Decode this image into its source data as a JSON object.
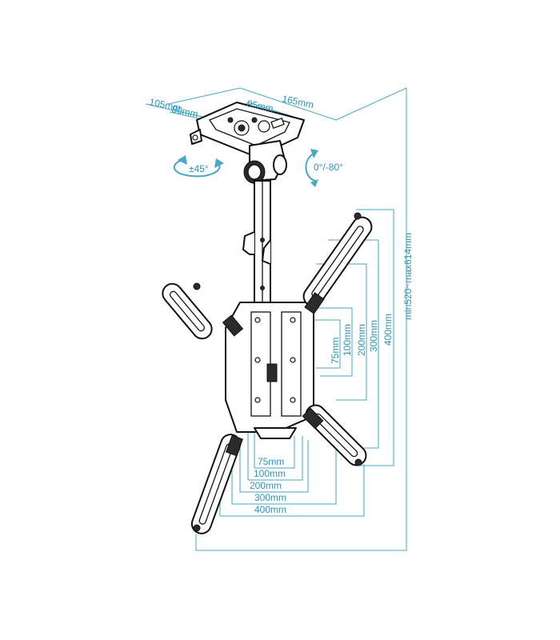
{
  "dimensions": {
    "top_width": "165mm",
    "top_depth": "105mm",
    "top_inner": "80mm",
    "top_hole": "95mm",
    "height_range": "min520~max614mm",
    "vertical": [
      "75mm",
      "100mm",
      "200mm",
      "300mm",
      "400mm"
    ],
    "horizontal": [
      "75mm",
      "100mm",
      "200mm",
      "300mm",
      "400mm"
    ]
  },
  "rotation": {
    "swivel": "±45°",
    "tilt": "0°/-80°"
  },
  "colors": {
    "dimension": "#46a6c8",
    "outline": "#111111"
  }
}
